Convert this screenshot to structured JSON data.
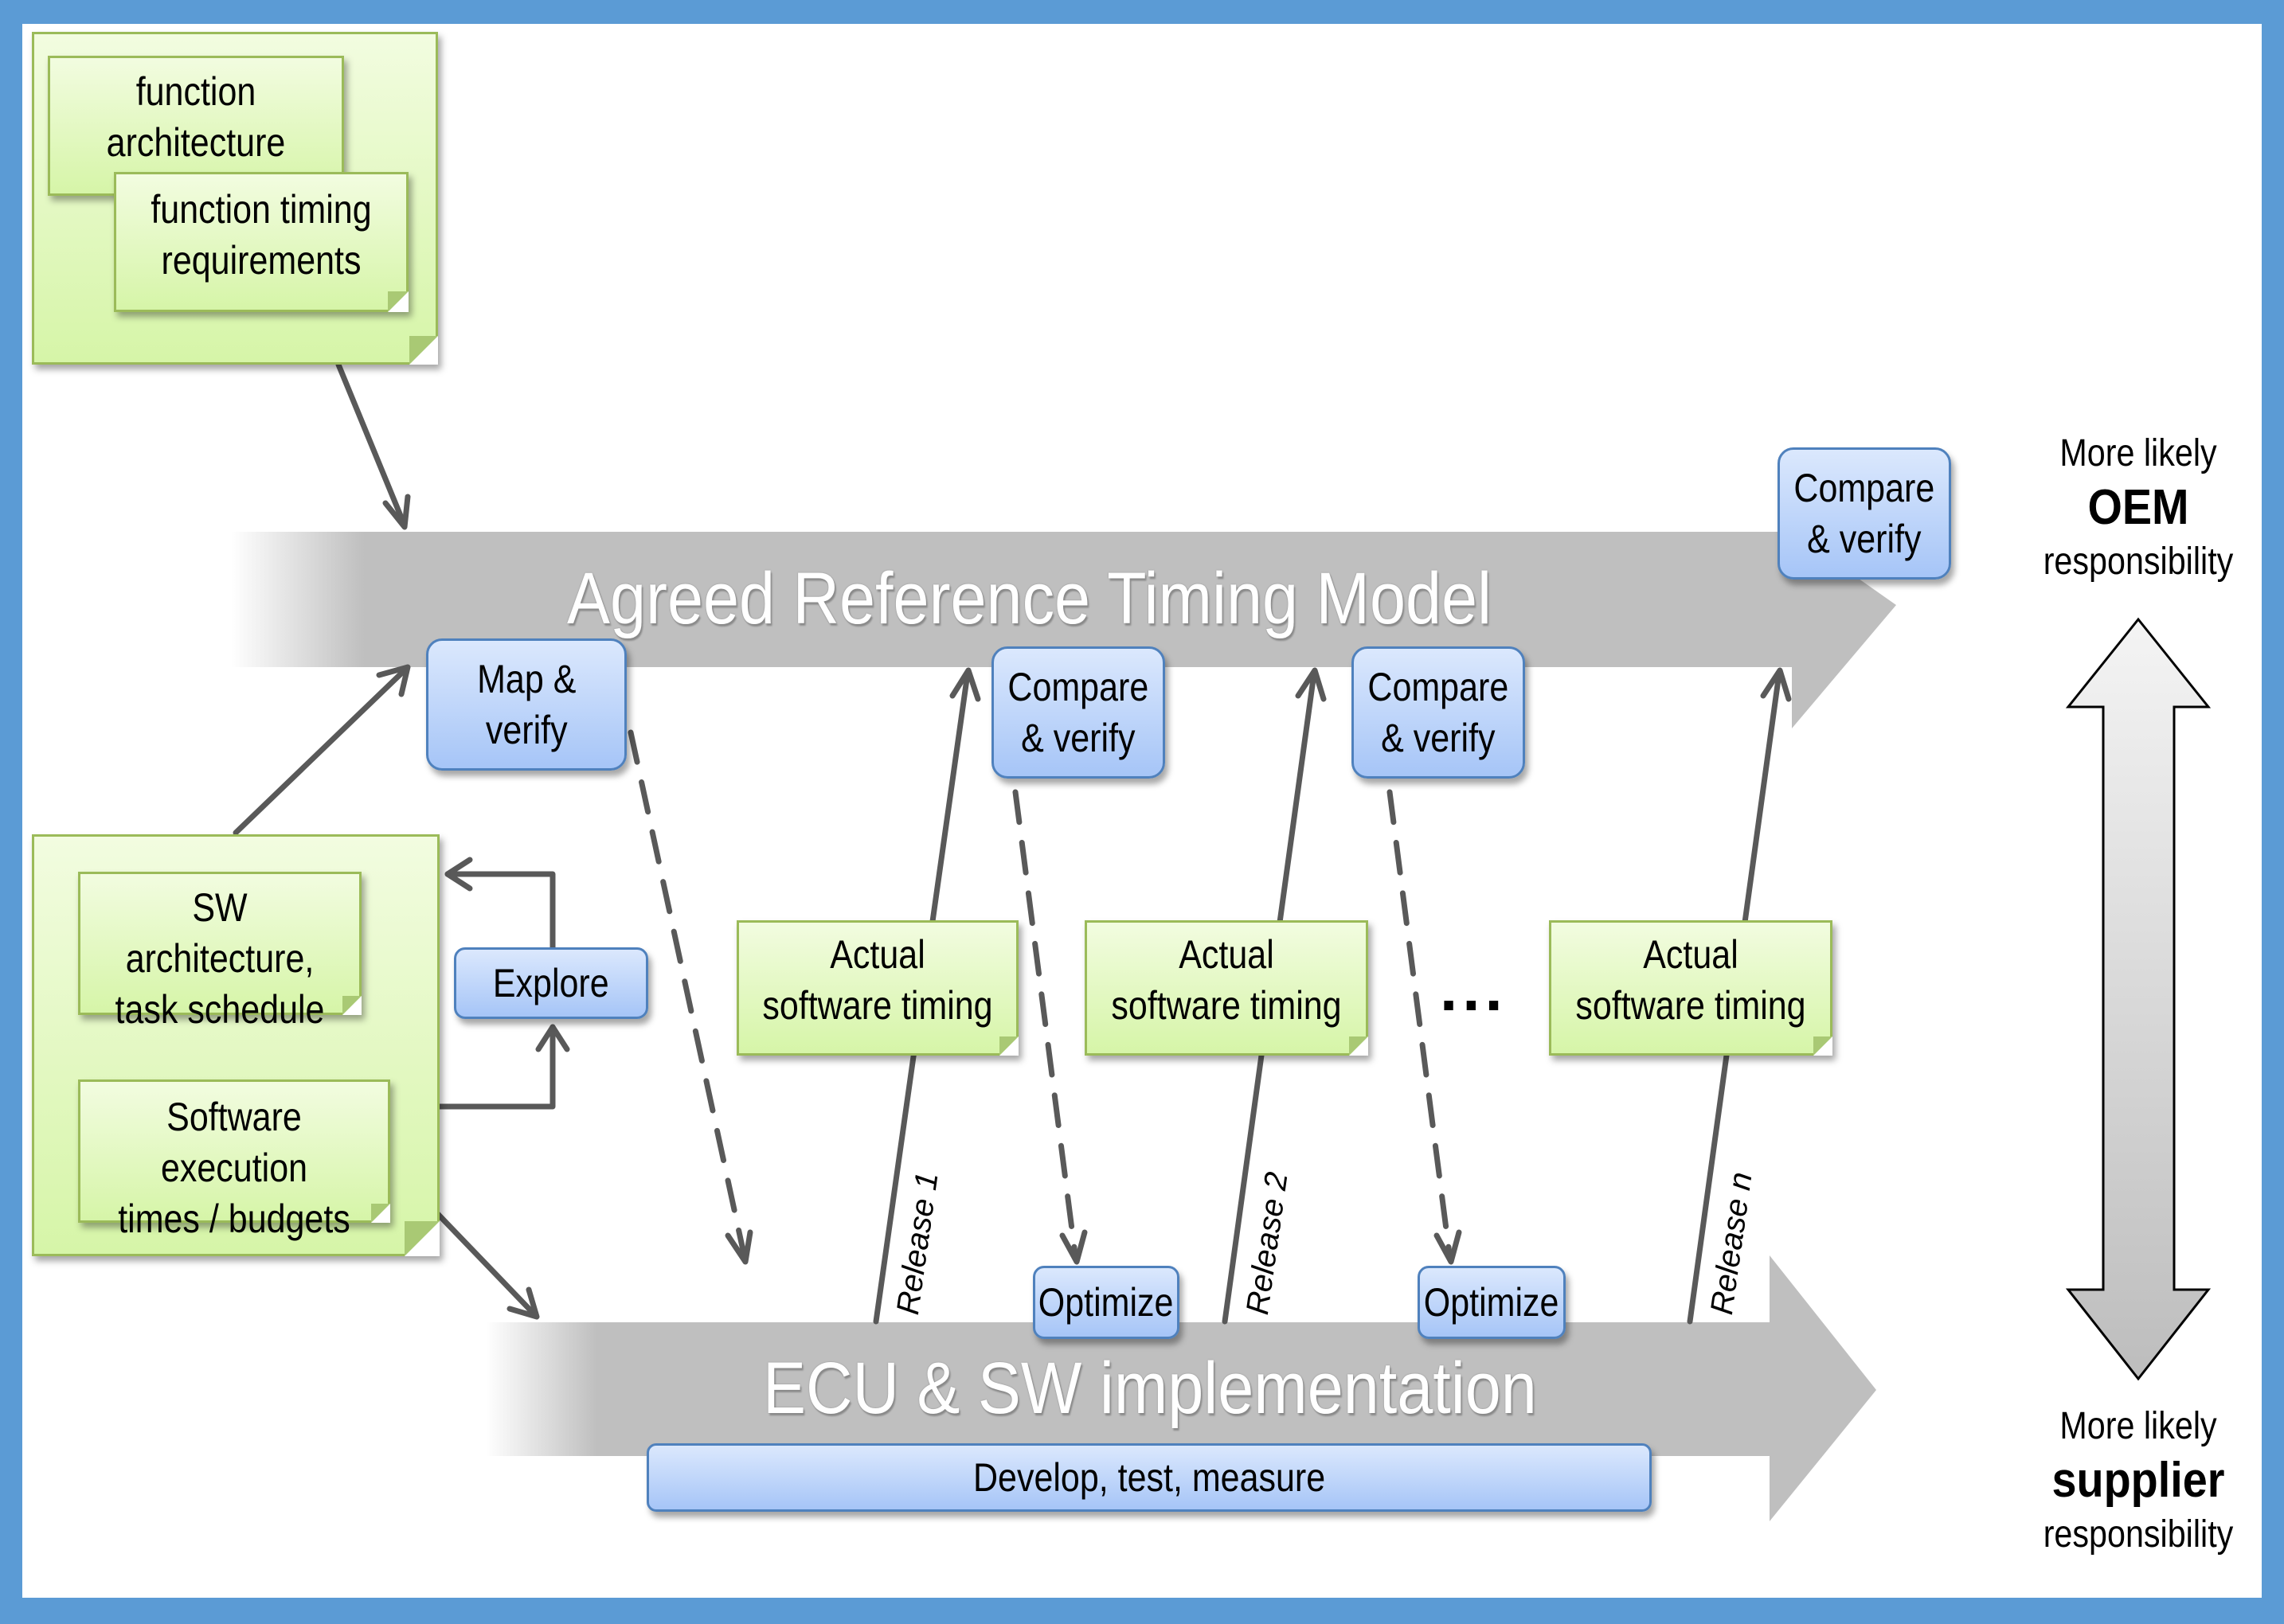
{
  "colors": {
    "frame": "#5b9bd5",
    "note_fill": "#d6f5a8",
    "note_border": "#9bbb59",
    "button_fill": "#a6c5f7",
    "button_border": "#4f81bd",
    "band": "#bfbfbf",
    "connector": "#595959"
  },
  "top_inputs": {
    "function_architecture": [
      "function",
      "architecture"
    ],
    "function_timing_requirements": [
      "function timing",
      "requirements"
    ]
  },
  "left_inputs": {
    "sw_architecture": [
      "SW architecture,",
      "task schedule"
    ],
    "sw_execution_times": [
      "Software execution",
      "times / budgets"
    ],
    "explore_label": "Explore"
  },
  "bands": {
    "reference_model": "Agreed Reference Timing Model",
    "implementation": "ECU & SW implementation",
    "implementation_activity": "Develop, test, measure"
  },
  "actions": {
    "map_verify": [
      "Map &",
      "verify"
    ],
    "compare_verify": [
      "Compare",
      "& verify"
    ],
    "optimize": "Optimize"
  },
  "iterations": [
    {
      "release": "Release 1",
      "timing": [
        "Actual",
        "software timing"
      ]
    },
    {
      "release": "Release 2",
      "timing": [
        "Actual",
        "software timing"
      ]
    },
    {
      "release": "Release n",
      "timing": [
        "Actual",
        "software timing"
      ]
    }
  ],
  "ellipsis": "...",
  "responsibility": {
    "top": {
      "line1": "More likely",
      "line2": "OEM",
      "line3": "responsibility"
    },
    "bottom": {
      "line1": "More likely",
      "line2": "supplier",
      "line3": "responsibility"
    }
  }
}
